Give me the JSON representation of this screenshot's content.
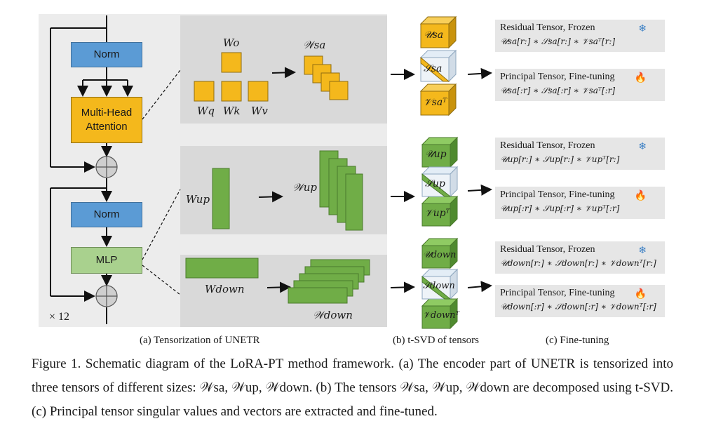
{
  "left": {
    "norm1": "Norm",
    "mha": "Multi-Head Attention",
    "norm2": "Norm",
    "mlp": "MLP",
    "repeat": "× 12"
  },
  "weights": {
    "wo": "Wo",
    "wq": "Wq",
    "wk": "Wk",
    "wv": "Wv",
    "wsa": "𝒲sa",
    "wup": "Wup",
    "wup_t": "𝒲up",
    "wdown": "Wdown",
    "wdown_t": "𝒲down"
  },
  "svd": {
    "u_sa": "𝒰sa",
    "s_sa": "𝒮sa",
    "v_sa": "𝒱saᵀ",
    "u_up": "𝒰up",
    "s_up": "𝒮up",
    "v_up": "𝒱upᵀ",
    "u_down": "𝒰down",
    "s_down": "𝒮down",
    "v_down": "𝒱downᵀ"
  },
  "results": [
    {
      "title": "Residual Tensor, Frozen",
      "formula": "𝒰sa[r:] ∗ 𝒮sa[r:] ∗ 𝒱saᵀ[r:]",
      "icon": "snowflake-icon",
      "glyph": "❄"
    },
    {
      "title": "Principal Tensor, Fine-tuning",
      "formula": "𝒰sa[:r] ∗ 𝒮sa[:r] ∗ 𝒱saᵀ[:r]",
      "icon": "flame-icon",
      "glyph": "🔥"
    },
    {
      "title": "Residual Tensor, Frozen",
      "formula": "𝒰up[r:] ∗ 𝒮up[r:] ∗ 𝒱upᵀ[r:]",
      "icon": "snowflake-icon",
      "glyph": "❄"
    },
    {
      "title": "Principal Tensor, Fine-tuning",
      "formula": "𝒰up[:r] ∗ 𝒮up[:r] ∗ 𝒱upᵀ[:r]",
      "icon": "flame-icon",
      "glyph": "🔥"
    },
    {
      "title": "Residual Tensor, Frozen",
      "formula": "𝒰down[r:] ∗ 𝒮down[r:] ∗ 𝒱downᵀ[r:]",
      "icon": "snowflake-icon",
      "glyph": "❄"
    },
    {
      "title": "Principal Tensor, Fine-tuning",
      "formula": "𝒰down[:r] ∗ 𝒮down[:r] ∗ 𝒱downᵀ[:r]",
      "icon": "flame-icon",
      "glyph": "🔥"
    }
  ],
  "captions": {
    "a": "(a) Tensorization of UNETR",
    "b": "(b) t-SVD of tensors",
    "c": "(c) Fine-tuning"
  },
  "figure_caption": "Figure 1. Schematic diagram of the LoRA-PT method framework. (a) The encoder part of UNETR is tensorized into three tensors of different sizes: 𝒲sa, 𝒲up, 𝒲down. (b) The tensors 𝒲sa, 𝒲up, 𝒲down are decomposed using t-SVD. (c) Principal tensor singular values and vectors are extracted and fine-tuned.",
  "colors": {
    "norm": "#5b9bd5",
    "attention": "#f4b81c",
    "mlp": "#a9d18e",
    "green_tensor": "#70ad47",
    "panel": "#d9d9d9"
  }
}
